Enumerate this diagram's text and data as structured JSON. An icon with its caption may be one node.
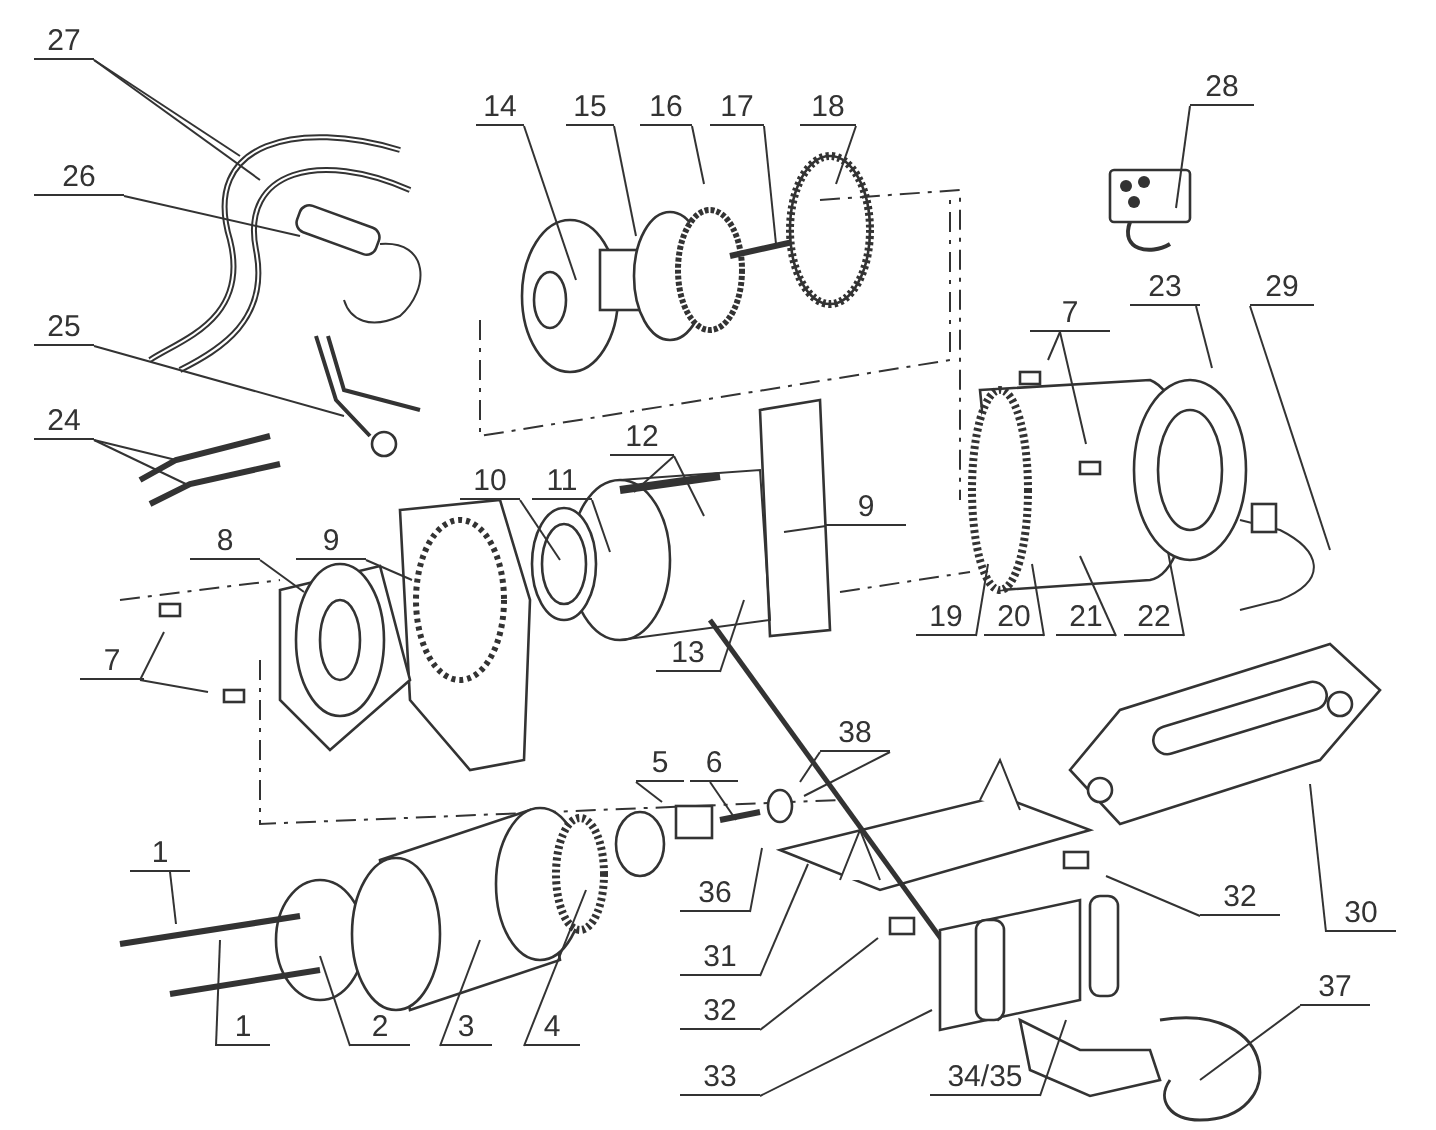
{
  "diagram": {
    "nodes": [
      {
        "text": [
          "27"
        ]
      },
      {
        "text": [
          "26"
        ]
      },
      {
        "text": [
          "25"
        ]
      },
      {
        "text": [
          "24"
        ]
      },
      {
        "text": [
          "14"
        ]
      },
      {
        "text": [
          "15"
        ]
      },
      {
        "text": [
          "16"
        ]
      },
      {
        "text": [
          "17"
        ]
      },
      {
        "text": [
          "18"
        ]
      },
      {
        "text": [
          "28"
        ]
      },
      {
        "text": [
          "23"
        ]
      },
      {
        "text": [
          "29"
        ]
      },
      {
        "text": [
          "7"
        ]
      },
      {
        "text": [
          "12"
        ]
      },
      {
        "text": [
          "10"
        ]
      },
      {
        "text": [
          "11"
        ]
      },
      {
        "text": [
          "9"
        ]
      },
      {
        "text": [
          "8"
        ]
      },
      {
        "text": [
          "9"
        ]
      },
      {
        "text": [
          "7"
        ]
      },
      {
        "text": [
          "19"
        ]
      },
      {
        "text": [
          "20"
        ]
      },
      {
        "text": [
          "21"
        ]
      },
      {
        "text": [
          "22"
        ]
      },
      {
        "text": [
          "13"
        ]
      },
      {
        "text": [
          "38"
        ]
      },
      {
        "text": [
          "5"
        ]
      },
      {
        "text": [
          "6"
        ]
      },
      {
        "text": [
          "36"
        ]
      },
      {
        "text": [
          "30"
        ]
      },
      {
        "text": [
          "1"
        ]
      },
      {
        "text": [
          "1"
        ]
      },
      {
        "text": [
          "2"
        ]
      },
      {
        "text": [
          "3"
        ]
      },
      {
        "text": [
          "4"
        ]
      },
      {
        "text": [
          "31"
        ]
      },
      {
        "text": [
          "32"
        ]
      },
      {
        "text": [
          "32"
        ]
      },
      {
        "text": [
          "33"
        ]
      },
      {
        "text": [
          "34/35"
        ]
      },
      {
        "text": [
          "37"
        ]
      }
    ],
    "edges": [
      {
        "from": 0,
        "to": null,
        "arrow": "none"
      },
      {
        "from": 0,
        "to": null,
        "arrow": "none"
      },
      {
        "from": 1,
        "to": null,
        "arrow": "none"
      },
      {
        "from": 2,
        "to": null,
        "arrow": "none"
      },
      {
        "from": 3,
        "to": null,
        "arrow": "none"
      },
      {
        "from": 3,
        "to": null,
        "arrow": "none"
      },
      {
        "from": 4,
        "to": null,
        "arrow": "none"
      },
      {
        "from": 5,
        "to": null,
        "arrow": "none"
      },
      {
        "from": 6,
        "to": null,
        "arrow": "none"
      },
      {
        "from": 7,
        "to": null,
        "arrow": "none"
      },
      {
        "from": 8,
        "to": null,
        "arrow": "none"
      },
      {
        "from": 9,
        "to": null,
        "arrow": "none"
      },
      {
        "from": 10,
        "to": null,
        "arrow": "none"
      },
      {
        "from": 11,
        "to": null,
        "arrow": "none"
      },
      {
        "from": 12,
        "to": null,
        "arrow": "none"
      },
      {
        "from": 12,
        "to": null,
        "arrow": "none"
      },
      {
        "from": 13,
        "to": null,
        "arrow": "none"
      },
      {
        "from": 13,
        "to": null,
        "arrow": "none"
      },
      {
        "from": 14,
        "to": null,
        "arrow": "none"
      },
      {
        "from": 15,
        "to": null,
        "arrow": "none"
      },
      {
        "from": 16,
        "to": null,
        "arrow": "none"
      },
      {
        "from": 17,
        "to": null,
        "arrow": "none"
      },
      {
        "from": 18,
        "to": null,
        "arrow": "none"
      },
      {
        "from": 19,
        "to": null,
        "arrow": "none"
      },
      {
        "from": 19,
        "to": null,
        "arrow": "none"
      },
      {
        "from": 20,
        "to": null,
        "arrow": "none"
      },
      {
        "from": 21,
        "to": null,
        "arrow": "none"
      },
      {
        "from": 22,
        "to": null,
        "arrow": "none"
      },
      {
        "from": 23,
        "to": null,
        "arrow": "none"
      },
      {
        "from": 24,
        "to": null,
        "arrow": "none"
      },
      {
        "from": 25,
        "to": null,
        "arrow": "none"
      },
      {
        "from": 25,
        "to": null,
        "arrow": "none"
      },
      {
        "from": 26,
        "to": null,
        "arrow": "none"
      },
      {
        "from": 27,
        "to": null,
        "arrow": "none"
      },
      {
        "from": 28,
        "to": null,
        "arrow": "none"
      },
      {
        "from": 29,
        "to": null,
        "arrow": "none"
      },
      {
        "from": 30,
        "to": null,
        "arrow": "none"
      },
      {
        "from": 31,
        "to": null,
        "arrow": "none"
      },
      {
        "from": 32,
        "to": null,
        "arrow": "none"
      },
      {
        "from": 33,
        "to": null,
        "arrow": "none"
      },
      {
        "from": 34,
        "to": null,
        "arrow": "none"
      },
      {
        "from": 35,
        "to": null,
        "arrow": "none"
      },
      {
        "from": 36,
        "to": null,
        "arrow": "none"
      },
      {
        "from": 37,
        "to": null,
        "arrow": "none"
      },
      {
        "from": 38,
        "to": null,
        "arrow": "none"
      },
      {
        "from": 39,
        "to": null,
        "arrow": "none"
      },
      {
        "from": 40,
        "to": null,
        "arrow": "none"
      }
    ]
  }
}
